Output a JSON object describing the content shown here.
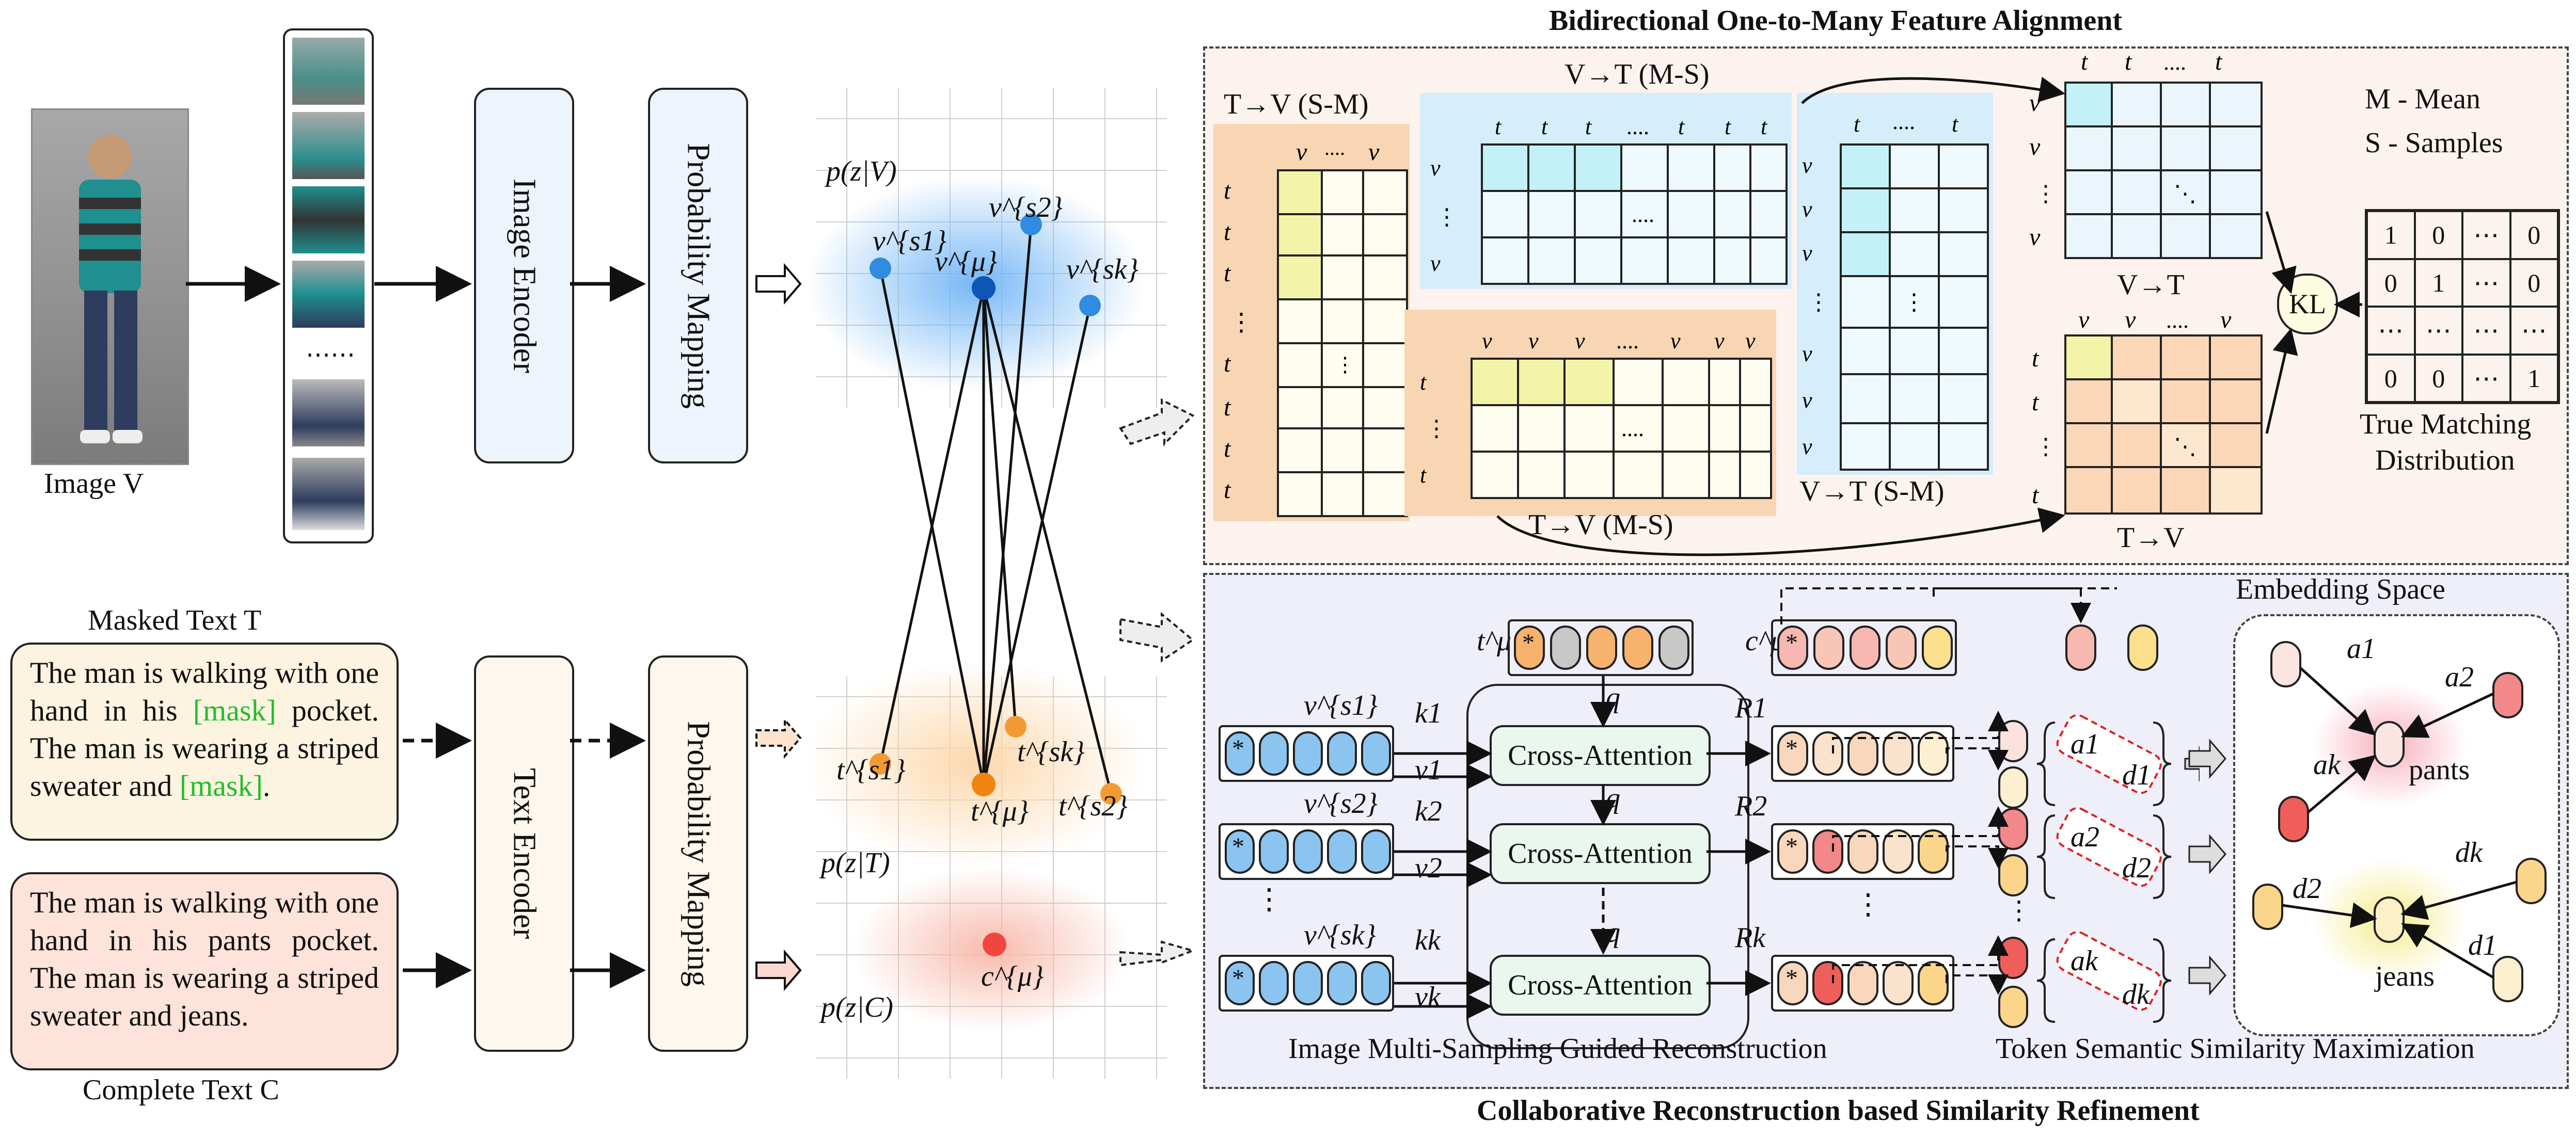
{
  "titles": {
    "top": "Bidirectional One-to-Many Feature Alignment",
    "bottom": "Collaborative Reconstruction based Similarity Refinement"
  },
  "left": {
    "image_label": "Image V",
    "image_encoder": "Image Encoder",
    "prob_mapping_top": "Probability Mapping",
    "text_encoder": "Text Encoder",
    "prob_mapping_bottom": "Probability Mapping",
    "masked_text_title": "Masked Text T",
    "masked_text_parts": [
      "The man is walking with one hand in his ",
      "[mask]",
      " pocket. The man is wearing a striped sweater and ",
      "[mask]",
      "."
    ],
    "complete_text": "The man is walking with one hand in his pants pocket. The man is wearing a striped sweater and jeans.",
    "complete_text_title": "Complete Text C",
    "crop_ellipsis": "⋯⋯"
  },
  "middle": {
    "pzv": "p(z|V)",
    "pzt": "p(z|T)",
    "pzc": "p(z|C)",
    "v_nodes": [
      "v^{s1}",
      "v^{μ}",
      "v^{s2}",
      "v^{sk}"
    ],
    "t_nodes": [
      "t^{s1}",
      "t^{μ}",
      "t^{sk}",
      "t^{s2}"
    ],
    "c_node": "c^{μ}"
  },
  "alignment": {
    "tv_sm": "T→V (S-M)",
    "vt_ms": "V→T (M-S)",
    "vt_sm": "V→T (S-M)",
    "tv_ms": "T→V (M-S)",
    "vt": "V→T",
    "tv": "T→V",
    "legend_m": "M - Mean",
    "legend_s": "S  - Samples",
    "kl": "KL",
    "true_matching_line1": "True Matching",
    "true_matching_line2": "Distribution",
    "true_matrix": [
      [
        "1",
        "0",
        "⋯",
        "0"
      ],
      [
        "0",
        "1",
        "⋯",
        "0"
      ],
      [
        "⋯",
        "⋯",
        "⋯",
        "⋯"
      ],
      [
        "0",
        "0",
        "⋯",
        "1"
      ]
    ],
    "dots": "⋯⋯",
    "vdots": "⋮",
    "ddots": "⋱"
  },
  "reconstruction": {
    "t_mu": "t^μ",
    "c_mu": "c^μ",
    "v_labels": [
      "v^{s1}",
      "v^{s2}",
      "v^{sk}"
    ],
    "k_labels": [
      "k1",
      "k2",
      "kk"
    ],
    "val_labels": [
      "v1",
      "v2",
      "vk"
    ],
    "r_labels": [
      "R1",
      "R2",
      "Rk"
    ],
    "q": "q",
    "cross_attention": "Cross-Attention",
    "star": "*",
    "pair_a": [
      "a1",
      "a2",
      "ak"
    ],
    "pair_d": [
      "d1",
      "d2",
      "dk"
    ],
    "caption_left": "Image Multi-Sampling Guided Reconstruction",
    "caption_right": "Token Semantic Similarity Maximization",
    "embedding_space": "Embedding Space",
    "pants": "pants",
    "jeans": "jeans"
  },
  "colors": {
    "blue_token": "#8cc4f0",
    "orange_node": "#f39a34",
    "red_node": "#f0463f",
    "dark_blue_node": "#0d56b5",
    "panel_top_bg": "#fdf3ee",
    "panel_bottom_bg": "#eeeff9"
  }
}
